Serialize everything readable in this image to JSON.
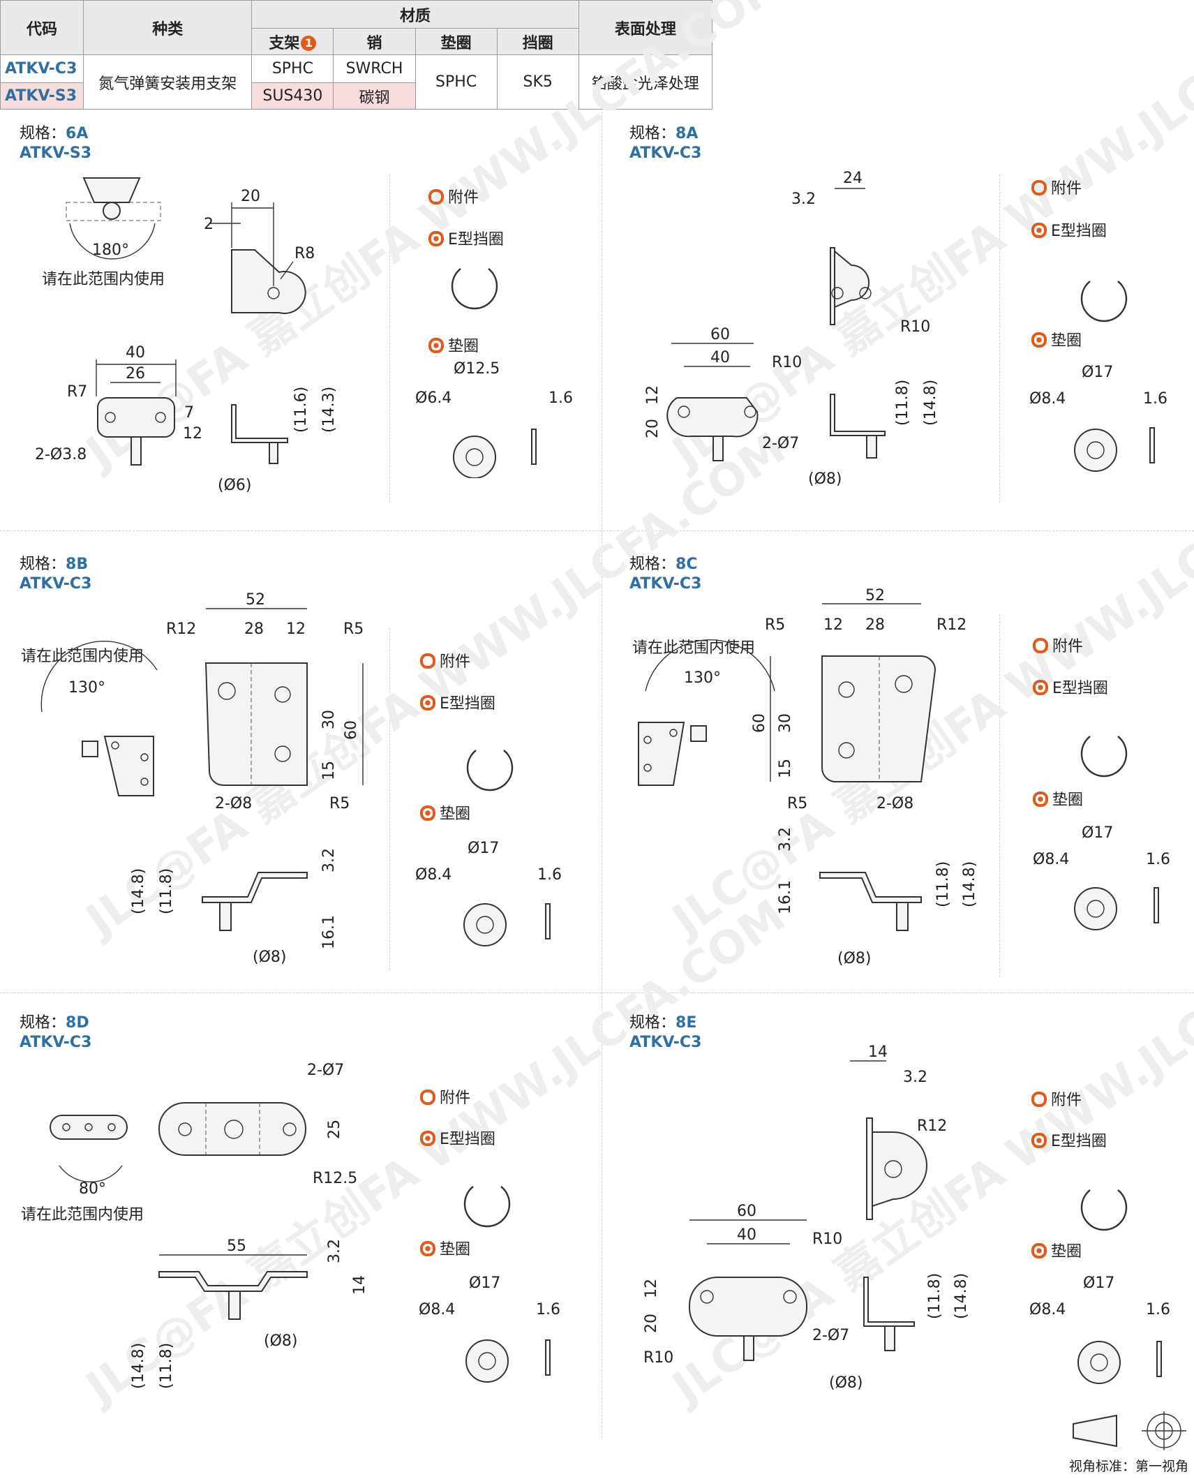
{
  "table": {
    "headers": {
      "code": "代码",
      "kind": "种类",
      "material": "材质",
      "surface": "表面处理",
      "bracket": "支架",
      "bracket_badge": "1",
      "pin": "销",
      "washer": "垫圈",
      "ring": "挡圈"
    },
    "rows": [
      {
        "code": "ATKV-C3",
        "bracket": "SPHC",
        "pin": "SWRCH"
      },
      {
        "code": "ATKV-S3",
        "bracket": "SUS430",
        "pin": "碳钢"
      }
    ],
    "shared": {
      "kind": "氮气弹簧安装用支架",
      "washer": "SPHC",
      "ring": "SK5",
      "surface": "铬酸盐光泽处理"
    }
  },
  "common": {
    "spec_key": "规格：",
    "accessory": "附件",
    "e_ring": "E型挡圈",
    "washer": "垫圈",
    "use_range": "请在此范围内使用"
  },
  "sections": [
    {
      "spec": "6A",
      "model": "ATKV-S3",
      "angle": "180°",
      "dims": {
        "d20": "20",
        "d2": "2",
        "r8": "R8",
        "d40": "40",
        "d26": "26",
        "r7": "R7",
        "d12": "12",
        "d7": "7",
        "holes": "2-Ø3.8",
        "h116": "(11.6)",
        "h143": "(14.3)",
        "pin": "(Ø6)",
        "wo": "Ø12.5",
        "wi": "Ø6.4",
        "wt": "1.6"
      }
    },
    {
      "spec": "8A",
      "model": "ATKV-C3",
      "dims": {
        "d32": "3.2",
        "d24": "24",
        "r10a": "R10",
        "d60": "60",
        "d40": "40",
        "r10b": "R10",
        "d12": "12",
        "d20": "20",
        "holes": "2-Ø7",
        "h118": "(11.8)",
        "h148": "(14.8)",
        "pin": "(Ø8)",
        "wo": "Ø17",
        "wi": "Ø8.4",
        "wt": "1.6"
      }
    },
    {
      "spec": "8B",
      "model": "ATKV-C3",
      "angle": "130°",
      "dims": {
        "d52": "52",
        "d28": "28",
        "d12": "12",
        "r12": "R12",
        "r5a": "R5",
        "d30": "30",
        "d60": "60",
        "d15": "15",
        "holes": "2-Ø8",
        "r5b": "R5",
        "d32": "3.2",
        "h148": "(14.8)",
        "h118": "(11.8)",
        "d161": "16.1",
        "pin": "(Ø8)",
        "wo": "Ø17",
        "wi": "Ø8.4",
        "wt": "1.6"
      }
    },
    {
      "spec": "8C",
      "model": "ATKV-C3",
      "angle": "130°",
      "dims": {
        "d52": "52",
        "d12": "12",
        "d28": "28",
        "r5a": "R5",
        "r12": "R12",
        "d60": "60",
        "d30": "30",
        "d15": "15",
        "r5b": "R5",
        "holes": "2-Ø8",
        "d32": "3.2",
        "d161": "16.1",
        "h118": "(11.8)",
        "h148": "(14.8)",
        "pin": "(Ø8)",
        "wo": "Ø17",
        "wi": "Ø8.4",
        "wt": "1.6"
      }
    },
    {
      "spec": "8D",
      "model": "ATKV-C3",
      "angle": "80°",
      "dims": {
        "holes": "2-Ø7",
        "d25": "25",
        "r125": "R12.5",
        "d55": "55",
        "d32": "3.2",
        "d14": "14",
        "pin": "(Ø8)",
        "h148": "(14.8)",
        "h118": "(11.8)",
        "wo": "Ø17",
        "wi": "Ø8.4",
        "wt": "1.6"
      }
    },
    {
      "spec": "8E",
      "model": "ATKV-C3",
      "dims": {
        "d14": "14",
        "d32": "3.2",
        "r12": "R12",
        "d60": "60",
        "d40": "40",
        "r10a": "R10",
        "d12": "12",
        "d20": "20",
        "r10b": "R10",
        "holes": "2-Ø7",
        "h118": "(11.8)",
        "h148": "(14.8)",
        "pin": "(Ø8)",
        "wo": "Ø17",
        "wi": "Ø8.4",
        "wt": "1.6"
      }
    }
  ],
  "legend": "视角标准：第一视角",
  "watermark": "JLC@FA 嘉立创FA WWW.JLCFA.COM"
}
